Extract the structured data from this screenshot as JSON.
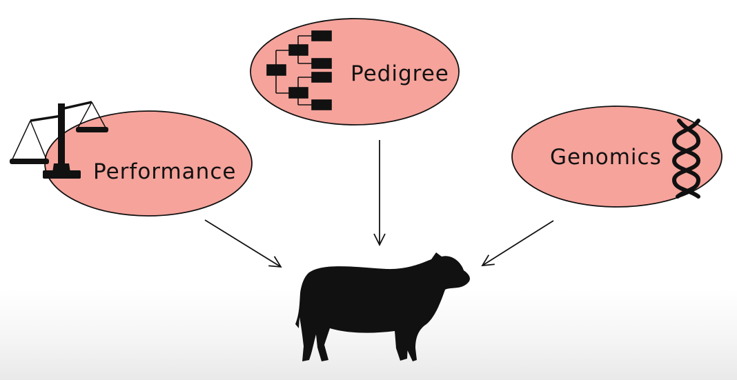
{
  "diagram": {
    "nodes": [
      {
        "id": "performance",
        "label": "Performance",
        "icon": "balance-scale-icon"
      },
      {
        "id": "pedigree",
        "label": "Pedigree",
        "icon": "pedigree-tree-icon"
      },
      {
        "id": "genomics",
        "label": "Genomics",
        "icon": "dna-helix-icon"
      }
    ],
    "target": {
      "id": "cow",
      "icon": "cow-silhouette-icon"
    },
    "edges": [
      {
        "from": "performance",
        "to": "cow"
      },
      {
        "from": "pedigree",
        "to": "cow"
      },
      {
        "from": "genomics",
        "to": "cow"
      }
    ],
    "colors": {
      "node_fill": "#f5a39b",
      "outline": "#111111",
      "icon": "#111111"
    }
  }
}
